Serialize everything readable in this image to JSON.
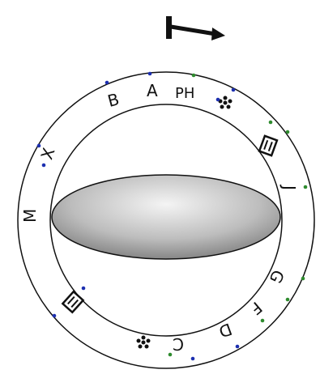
{
  "diagram": {
    "colors": {
      "ink": "#111111",
      "blue_dot": "#1c2fb0",
      "green_dot": "#2e8b2e",
      "disc_light": "#f2f2f2",
      "disc_dark": "#7d7d7d"
    },
    "ring_labels": [
      {
        "id": "label-b",
        "text": "B"
      },
      {
        "id": "label-a",
        "text": "A"
      },
      {
        "id": "label-ph",
        "text": "PH"
      },
      {
        "id": "label-x",
        "text": "X"
      },
      {
        "id": "label-m",
        "text": "M"
      },
      {
        "id": "label-j",
        "text": "J"
      },
      {
        "id": "label-g",
        "text": "G"
      },
      {
        "id": "label-f",
        "text": "F"
      },
      {
        "id": "label-d",
        "text": "D"
      },
      {
        "id": "label-c",
        "text": "C"
      }
    ],
    "symbols": [
      {
        "id": "box-symbol-right",
        "icon": "boxed-e-symbol"
      },
      {
        "id": "box-symbol-left",
        "icon": "boxed-e-symbol"
      },
      {
        "id": "flower-symbol-top",
        "icon": "flower-symbol"
      },
      {
        "id": "flower-symbol-bottom",
        "icon": "flower-symbol"
      }
    ],
    "indicator": {
      "icon": "arrow-right-icon"
    }
  }
}
